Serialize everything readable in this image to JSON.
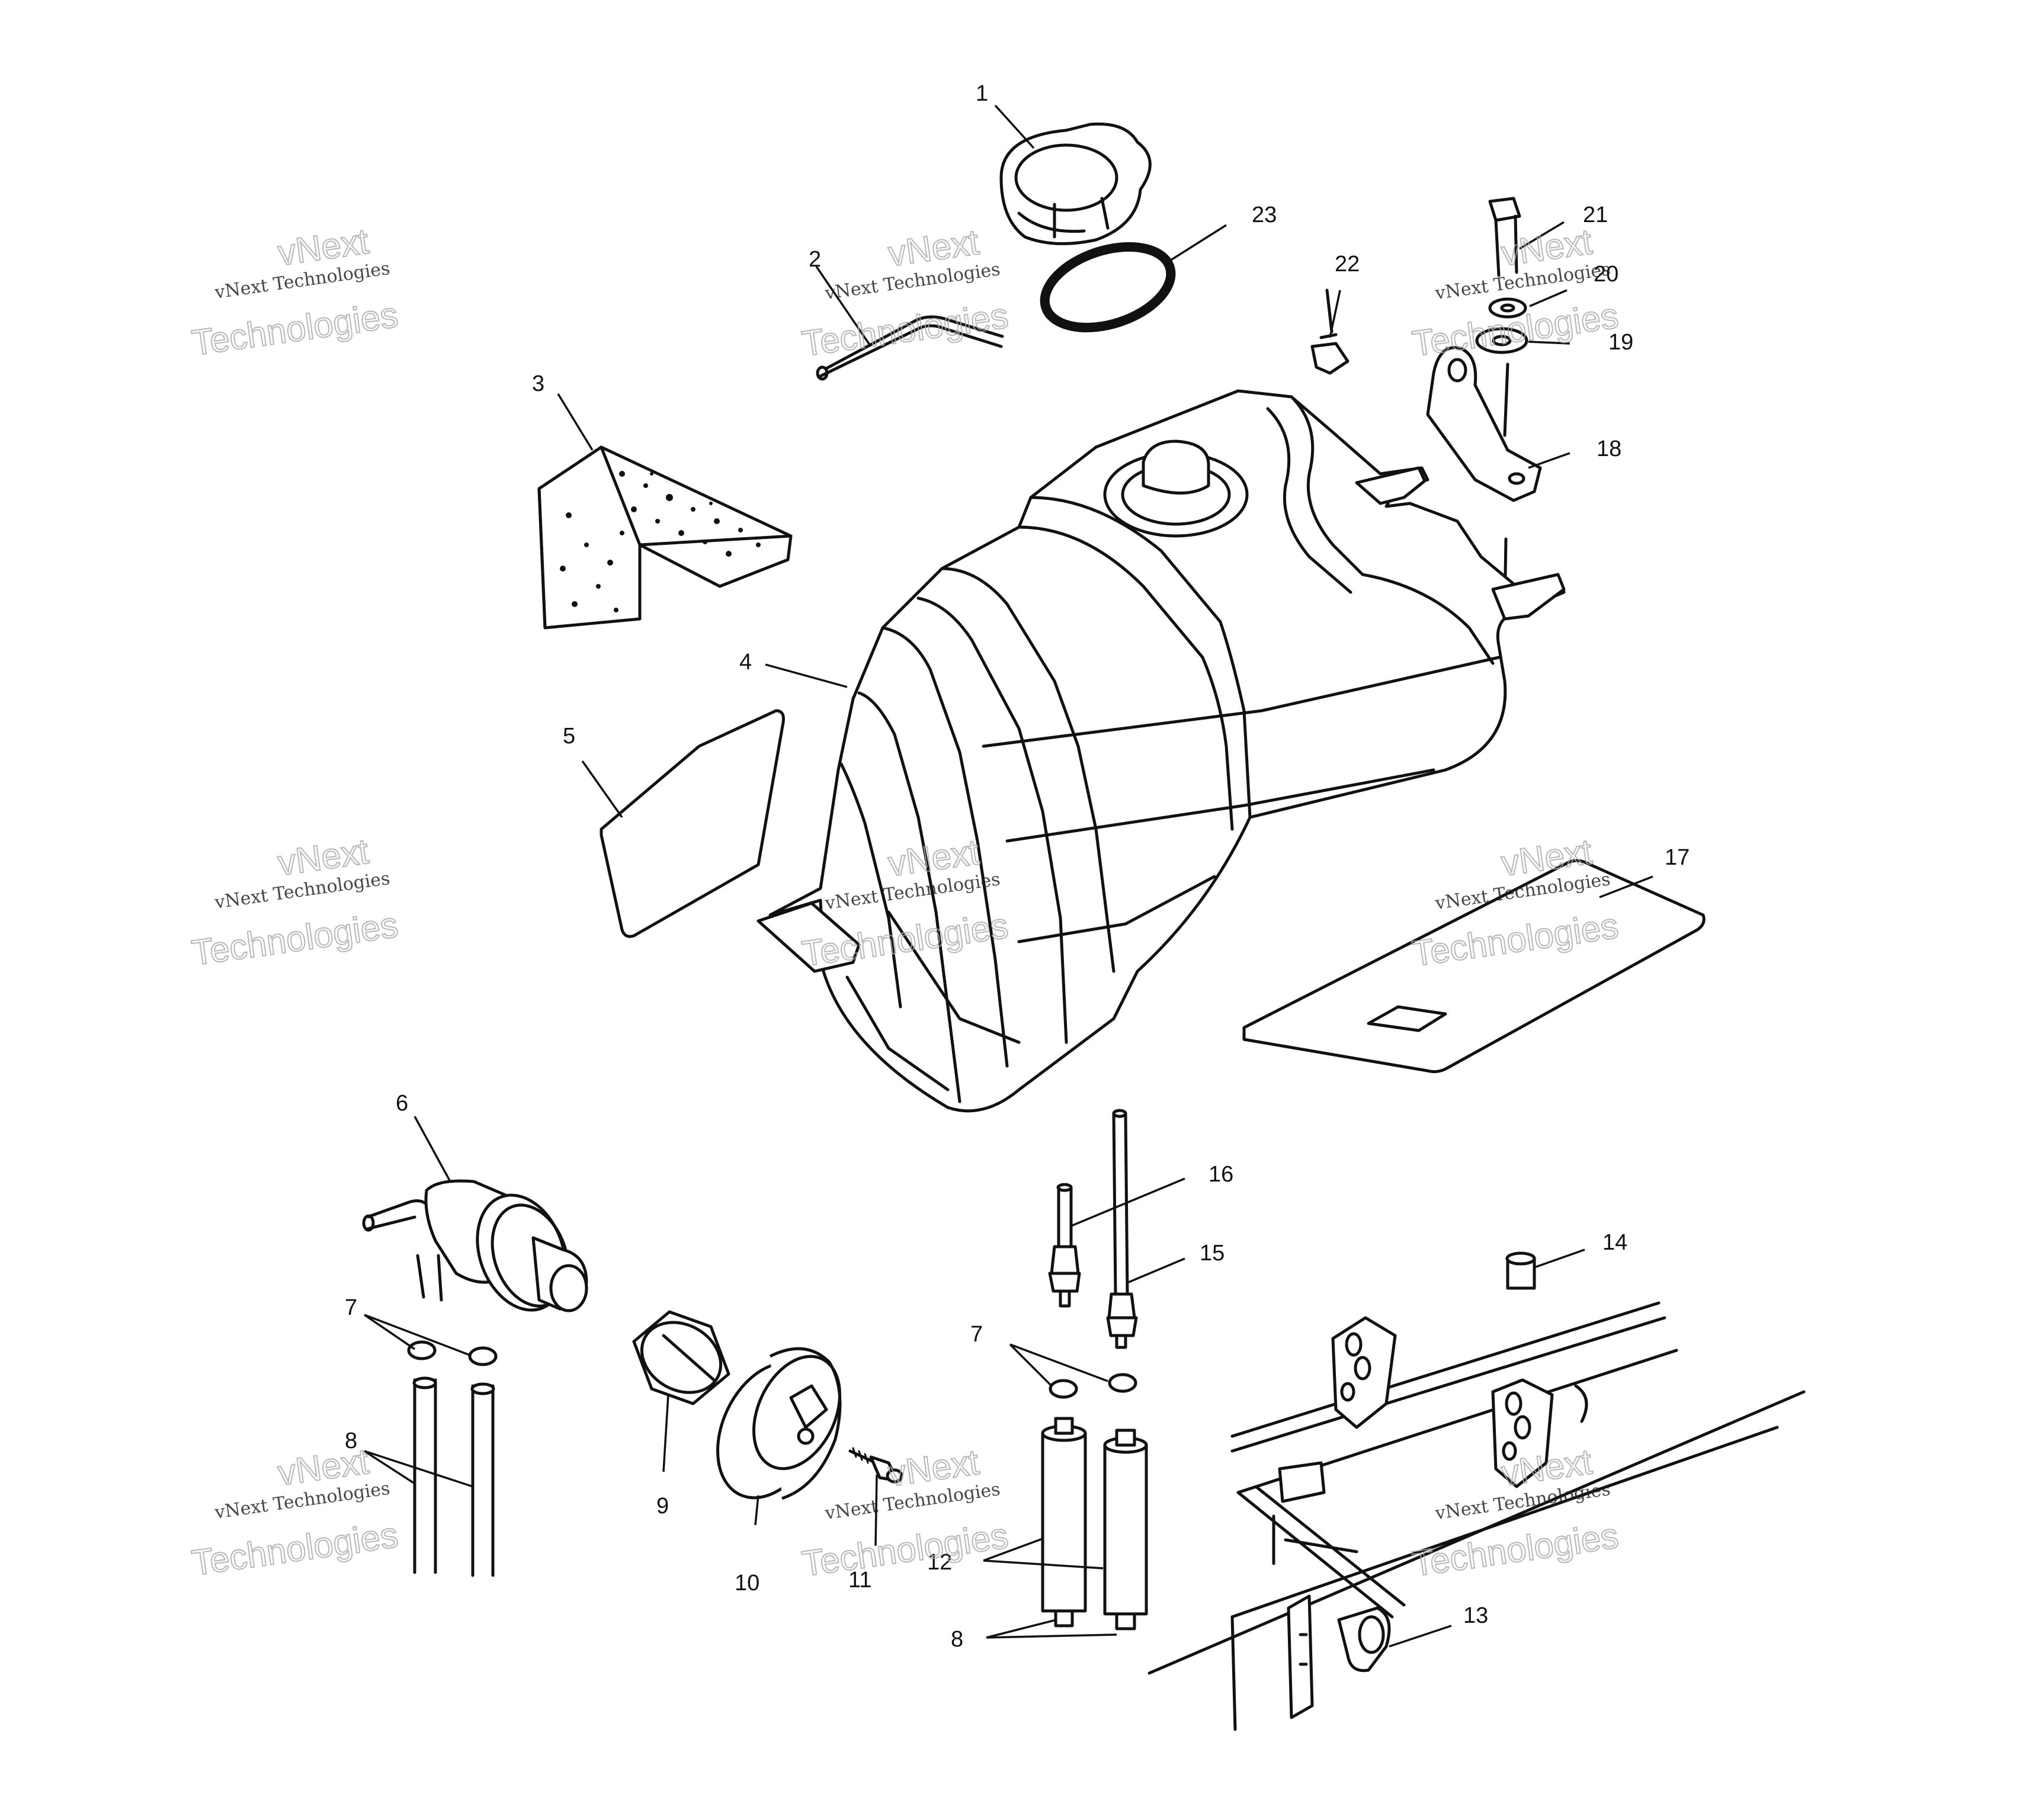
{
  "callouts": {
    "c1": "1",
    "c2": "2",
    "c3": "3",
    "c4": "4",
    "c5": "5",
    "c6": "6",
    "c7a": "7",
    "c7b": "7",
    "c8a": "8",
    "c8b": "8",
    "c9": "9",
    "c10": "10",
    "c11": "11",
    "c12": "12",
    "c13": "13",
    "c14": "14",
    "c15": "15",
    "c16": "16",
    "c17": "17",
    "c18": "18",
    "c19": "19",
    "c20": "20",
    "c21": "21",
    "c22": "22",
    "c23": "23"
  },
  "watermark": {
    "brand": "vNext",
    "line": "vNext Technologies",
    "word": "Technologies"
  }
}
